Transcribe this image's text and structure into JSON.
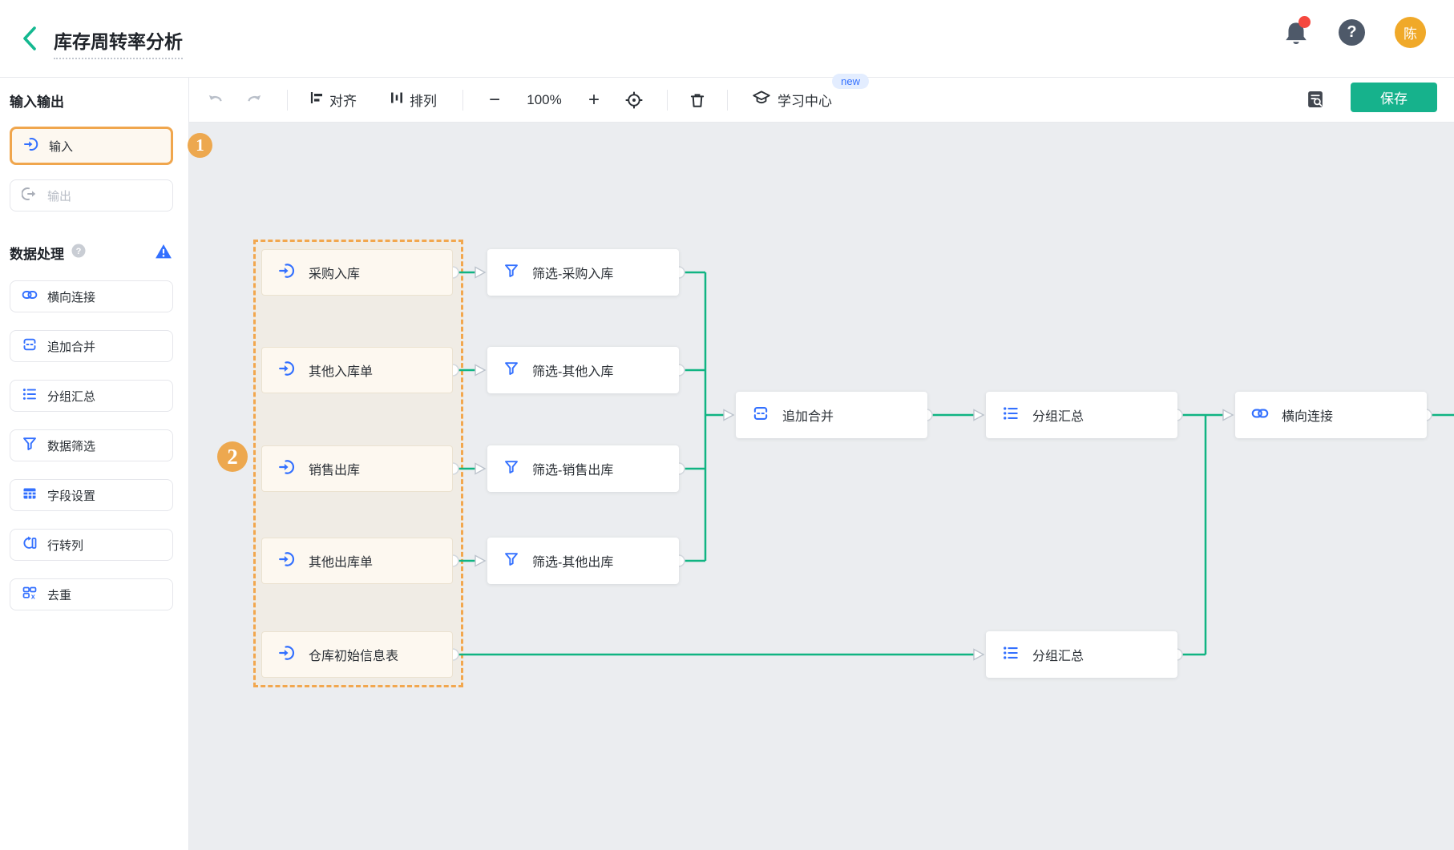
{
  "header": {
    "title": "库存周转率分析",
    "avatar": "陈"
  },
  "toolbar": {
    "align": "对齐",
    "arrange": "排列",
    "minus": "−",
    "zoom": "100%",
    "plus": "+",
    "learning_center": "学习中心",
    "new_badge": "new",
    "save": "保存"
  },
  "sidebar": {
    "io": {
      "title": "输入输出",
      "input": "输入",
      "output": "输出"
    },
    "process": {
      "title": "数据处理",
      "items": [
        {
          "label": "横向连接"
        },
        {
          "label": "追加合并"
        },
        {
          "label": "分组汇总"
        },
        {
          "label": "数据筛选"
        },
        {
          "label": "字段设置"
        },
        {
          "label": "行转列"
        },
        {
          "label": "去重"
        }
      ]
    }
  },
  "canvas": {
    "badges": {
      "one": "1",
      "two": "2"
    },
    "input_nodes": [
      {
        "label": "采购入库"
      },
      {
        "label": "其他入库单"
      },
      {
        "label": "销售出库"
      },
      {
        "label": "其他出库单"
      },
      {
        "label": "仓库初始信息表"
      }
    ],
    "filter_nodes": [
      {
        "label": "筛选-采购入库"
      },
      {
        "label": "筛选-其他入库"
      },
      {
        "label": "筛选-销售出库"
      },
      {
        "label": "筛选-其他出库"
      }
    ],
    "append_node": {
      "label": "追加合并"
    },
    "group_node_top": {
      "label": "分组汇总"
    },
    "join_node": {
      "label": "横向连接"
    },
    "group_node_bottom": {
      "label": "分组汇总"
    }
  },
  "colors": {
    "brand_teal": "#14b890",
    "link_green": "#10b482",
    "icon_blue": "#3370ff",
    "accent_orange": "#f2a74e",
    "badge_orange": "#eda84f",
    "canvas_bg": "#ebedf0",
    "node_cream": "#fdf8f0",
    "danger_red": "#f5483f",
    "avatar_amber": "#f0a929"
  }
}
